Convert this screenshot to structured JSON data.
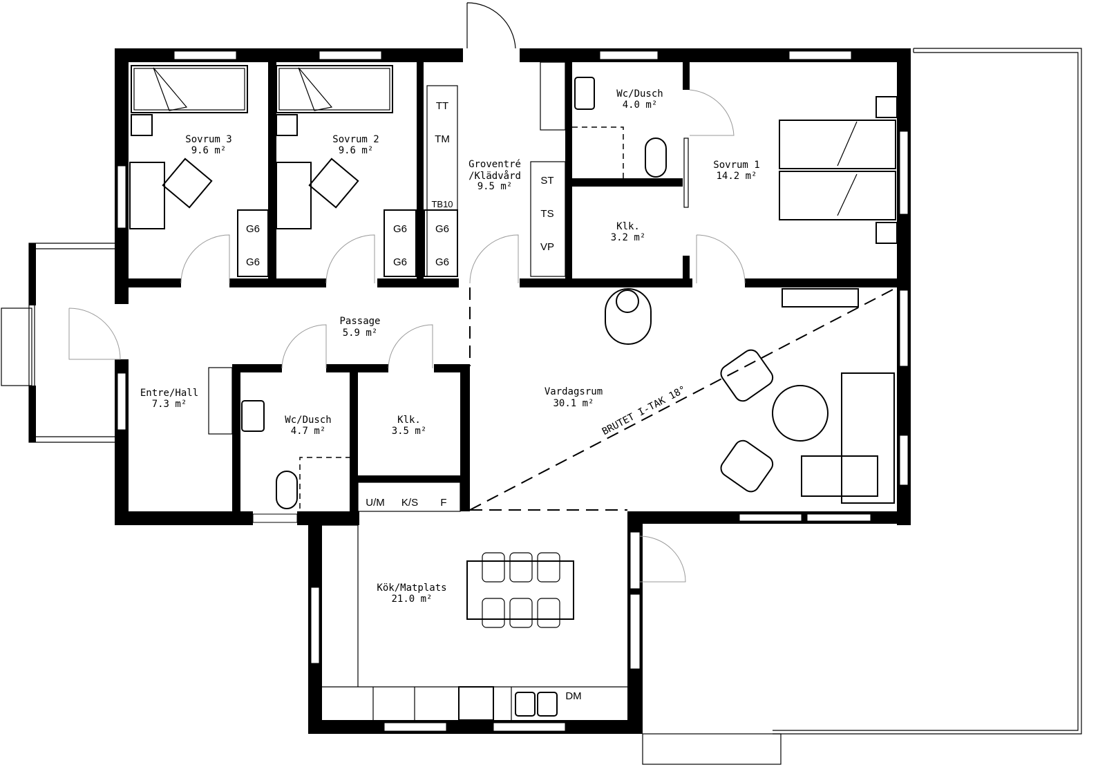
{
  "plan": {
    "rooms": {
      "sovrum3": {
        "name": "Sovrum 3",
        "area": "9.6 m²"
      },
      "sovrum2": {
        "name": "Sovrum 2",
        "area": "9.6 m²"
      },
      "groventre": {
        "name": "Groventré",
        "name2": "/Klädvård",
        "area": "9.5 m²"
      },
      "wc1": {
        "name": "Wc/Dusch",
        "area": "4.0 m²"
      },
      "sovrum1": {
        "name": "Sovrum 1",
        "area": "14.2 m²"
      },
      "klk1": {
        "name": "Klk.",
        "area": "3.2 m²"
      },
      "passage": {
        "name": "Passage",
        "area": "5.9 m²"
      },
      "entre": {
        "name": "Entre/Hall",
        "area": "7.3 m²"
      },
      "wc2": {
        "name": "Wc/Dusch",
        "area": "4.7 m²"
      },
      "klk2": {
        "name": "Klk.",
        "area": "3.5 m²"
      },
      "vardagsrum": {
        "name": "Vardagsrum",
        "area": "30.1 m²"
      },
      "kok": {
        "name": "Kök/Matplats",
        "area": "21.0 m²"
      }
    },
    "fixtures": {
      "g6": "G6",
      "tt": "TT",
      "tm": "TM",
      "tb10": "TB10",
      "st": "ST",
      "ts": "TS",
      "vp": "VP",
      "um": "U/M",
      "ks": "K/S",
      "f": "F",
      "dm": "DM"
    },
    "roof_note": "BRUTET I-TAK 18°"
  }
}
